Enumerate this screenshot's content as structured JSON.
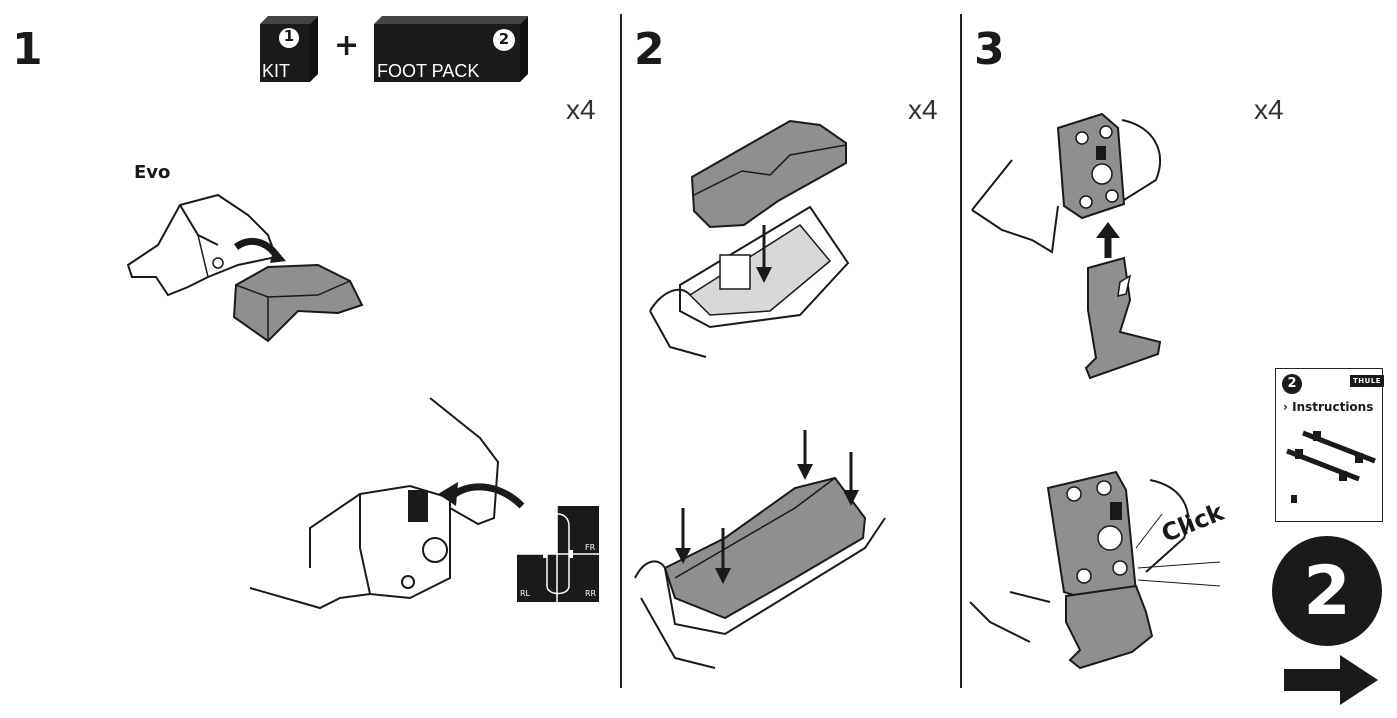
{
  "steps": [
    {
      "number": "1",
      "quantity": "x4"
    },
    {
      "number": "2",
      "quantity": "x4"
    },
    {
      "number": "3",
      "quantity": "x4"
    }
  ],
  "step1": {
    "kit_badge": "1",
    "kit_label": "KIT",
    "plus": "+",
    "foot_pack_badge": "2",
    "foot_pack_label": "FOOT PACK",
    "evo_label": "Evo",
    "positions": {
      "fr": "FR",
      "rl": "RL",
      "rr": "RR"
    }
  },
  "step3": {
    "click_label": "Click"
  },
  "next_booklet": {
    "badge": "2",
    "instructions_label": "› Instructions",
    "brand": "THULE",
    "big_number": "2"
  },
  "colors": {
    "part_fill": "#8f8f8f",
    "ink": "#1a1a1a"
  }
}
